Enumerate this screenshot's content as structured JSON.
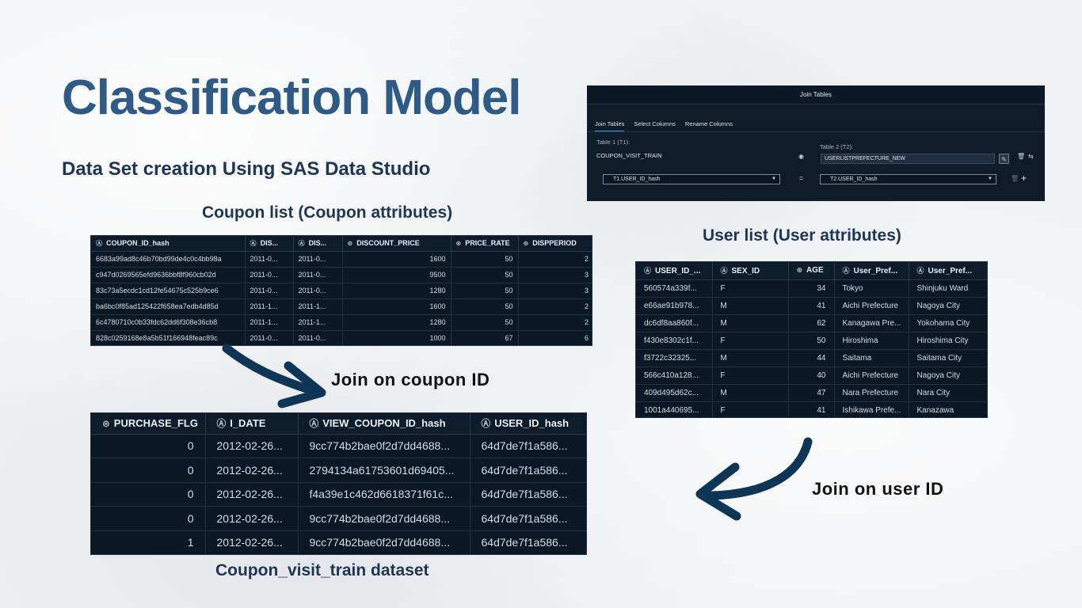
{
  "slide": {
    "title": "Classification Model",
    "subtitle": "Data Set creation Using SAS Data Studio",
    "coupon_label": "Coupon list (Coupon attributes)",
    "user_label": "User list (User attributes)",
    "visit_label": "Coupon_visit_train dataset",
    "join_coupon": "Join on coupon ID",
    "join_user": "Join on user ID"
  },
  "join_dialog": {
    "title": "Join Tables",
    "tabs": [
      "Join Tables",
      "Select Columns",
      "Rename Columns"
    ],
    "table1_label": "Table 1 (T1):",
    "table1_value": "COUPON_VISIT_TRAIN",
    "table2_label": "Table 2 (T2):",
    "table2_value": "USERLISTPREFECTURE_NEW",
    "left_key": "T1.USER_ID_hash",
    "operator": "=",
    "right_key": "T2.USER_ID_hash"
  },
  "coupon_table": {
    "columns": [
      "COUPON_ID_hash",
      "DIS...",
      "DIS...",
      "DISCOUNT_PRICE",
      "PRICE_RATE",
      "DISPPERIOD"
    ],
    "column_icons": [
      "text-icon",
      "text-icon",
      "text-icon",
      "number-icon",
      "number-icon",
      "number-icon"
    ],
    "rows": [
      [
        "6683a99ad8c46b70bd99de4c0c4bb98a",
        "2011-0...",
        "2011-0...",
        "1600",
        "50",
        "2"
      ],
      [
        "c947d0269565efd9636bbf8f960cb02d",
        "2011-0...",
        "2011-0...",
        "9500",
        "50",
        "3"
      ],
      [
        "83c73a5ecdc1cd12fe54675c525b9ce6",
        "2011-0...",
        "2011-0...",
        "1280",
        "50",
        "3"
      ],
      [
        "ba6bc0f85ad125422f658ea7edb4d85d",
        "2011-1...",
        "2011-1...",
        "1600",
        "50",
        "2"
      ],
      [
        "6c4780710c0b33fdc62dd6f308e36cb8",
        "2011-1...",
        "2011-1...",
        "1280",
        "50",
        "2"
      ],
      [
        "828c0259168e8a5b51f166948feac89c",
        "2011-0...",
        "2011-0...",
        "1000",
        "67",
        "6"
      ]
    ]
  },
  "user_table": {
    "columns": [
      "USER_ID_...",
      "SEX_ID",
      "AGE",
      "User_Pref...",
      "User_Pref..."
    ],
    "column_icons": [
      "text-icon",
      "text-icon",
      "number-icon",
      "text-icon",
      "text-icon"
    ],
    "rows": [
      [
        "560574a339f...",
        "F",
        "34",
        "Tokyo",
        "Shinjuku Ward"
      ],
      [
        "e66ae91b978...",
        "M",
        "41",
        "Aichi Prefecture",
        "Nagoya City"
      ],
      [
        "dc6df8aa860f...",
        "M",
        "62",
        "Kanagawa Pre...",
        "Yokohama City"
      ],
      [
        "f430e8302c1f...",
        "F",
        "50",
        "Hiroshima",
        "Hiroshima City"
      ],
      [
        "f3722c32325...",
        "M",
        "44",
        "Saitama",
        "Saitama City"
      ],
      [
        "566c410a128...",
        "F",
        "40",
        "Aichi Prefecture",
        "Nagoya City"
      ],
      [
        "409d495d62c...",
        "M",
        "47",
        "Nara Prefecture",
        "Nara City"
      ],
      [
        "1001a440695...",
        "F",
        "41",
        "Ishikawa Prefe...",
        "Kanazawa"
      ]
    ]
  },
  "visit_table": {
    "columns": [
      "PURCHASE_FLG",
      "I_DATE",
      "VIEW_COUPON_ID_hash",
      "USER_ID_hash"
    ],
    "column_icons": [
      "number-icon",
      "text-icon",
      "text-icon",
      "text-icon"
    ],
    "rows": [
      [
        "0",
        "2012-02-26...",
        "9cc774b2bae0f2d7dd4688...",
        "64d7de7f1a586..."
      ],
      [
        "0",
        "2012-02-26...",
        "2794134a61753601d69405...",
        "64d7de7f1a586..."
      ],
      [
        "0",
        "2012-02-26...",
        "f4a39e1c462d6618371f61c...",
        "64d7de7f1a586..."
      ],
      [
        "0",
        "2012-02-26...",
        "9cc774b2bae0f2d7dd4688...",
        "64d7de7f1a586..."
      ],
      [
        "1",
        "2012-02-26...",
        "9cc774b2bae0f2d7dd4688...",
        "64d7de7f1a586..."
      ]
    ]
  },
  "colors": {
    "title": "#2d5a87",
    "heading": "#1d3557",
    "arrow": "#0c3556",
    "table_bg": "#0a1826"
  }
}
